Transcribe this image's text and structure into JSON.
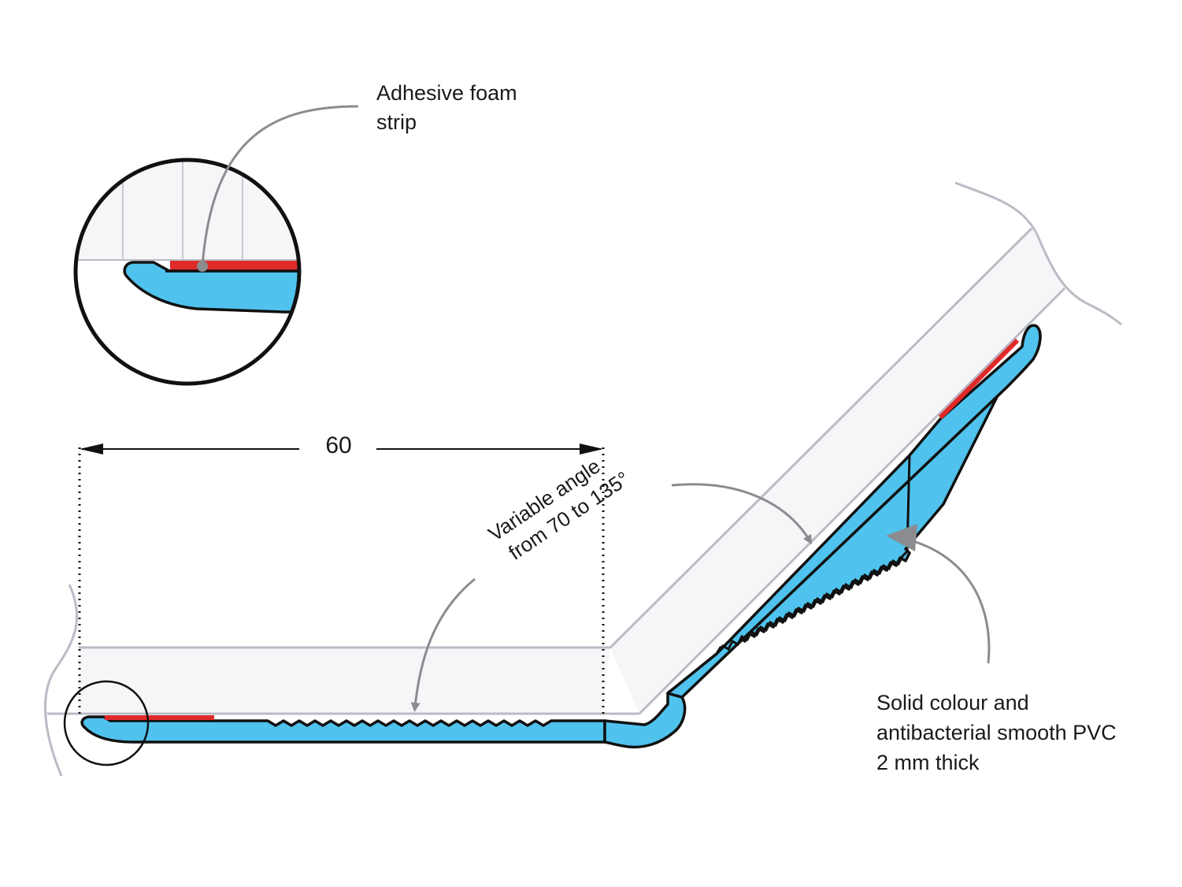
{
  "labels": {
    "foam_strip_line1": "Adhesive foam",
    "foam_strip_line2": "strip",
    "dimension": "60",
    "angle_line1": "Variable angle",
    "angle_line2": "from 70 to 135°",
    "pvc_line1": "Solid colour and",
    "pvc_line2": "antibacterial smooth PVC",
    "pvc_line3": "2 mm thick"
  },
  "colors": {
    "profile_fill": "#4fc3ed",
    "foam_strip": "#e02a2a",
    "outline": "#111111",
    "wall_fill": "#f6f6f9",
    "wall_edge": "#b9bcc4",
    "leader": "#8a8c8f"
  }
}
